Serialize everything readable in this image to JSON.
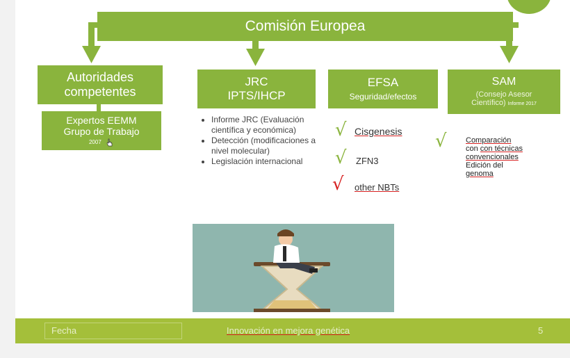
{
  "header": {
    "title": "Comisión Europea"
  },
  "boxes": {
    "autoridades": "Autoridades competentes",
    "expertos": {
      "line1": "Expertos EEMM",
      "line2": "Grupo de Trabajo",
      "year": "2007"
    },
    "jrc": {
      "line1": "JRC",
      "line2": "IPTS/IHCP"
    },
    "efsa": {
      "title": "EFSA",
      "subtitle": "Seguridad/efectos"
    },
    "sam": {
      "title": "SAM",
      "subtitle1": "(Consejo Asesor",
      "subtitle2": "Científico)",
      "note": "Informe 2017"
    }
  },
  "jrc_list": [
    "Informe JRC (Evaluación científica y económica)",
    "Detección (modificaciones a nivel molecular)",
    "Legislación internacional"
  ],
  "efsa_items": [
    "Cisgenesis",
    "ZFN3",
    "other NBTs"
  ],
  "sam_text": {
    "line1": "Comparación",
    "line2": "con técnicas",
    "line3": "convencionales",
    "line4": "Edición del",
    "line5": "genoma"
  },
  "footer": {
    "left": "Fecha",
    "center": "Innovación en mejora genética",
    "page": "5"
  },
  "colors": {
    "green": "#8ab43d",
    "footer": "#a4bf3a",
    "red": "#d62020"
  },
  "icons": {
    "check": "checkmark-icon",
    "hand": "hand-cursor-icon"
  }
}
